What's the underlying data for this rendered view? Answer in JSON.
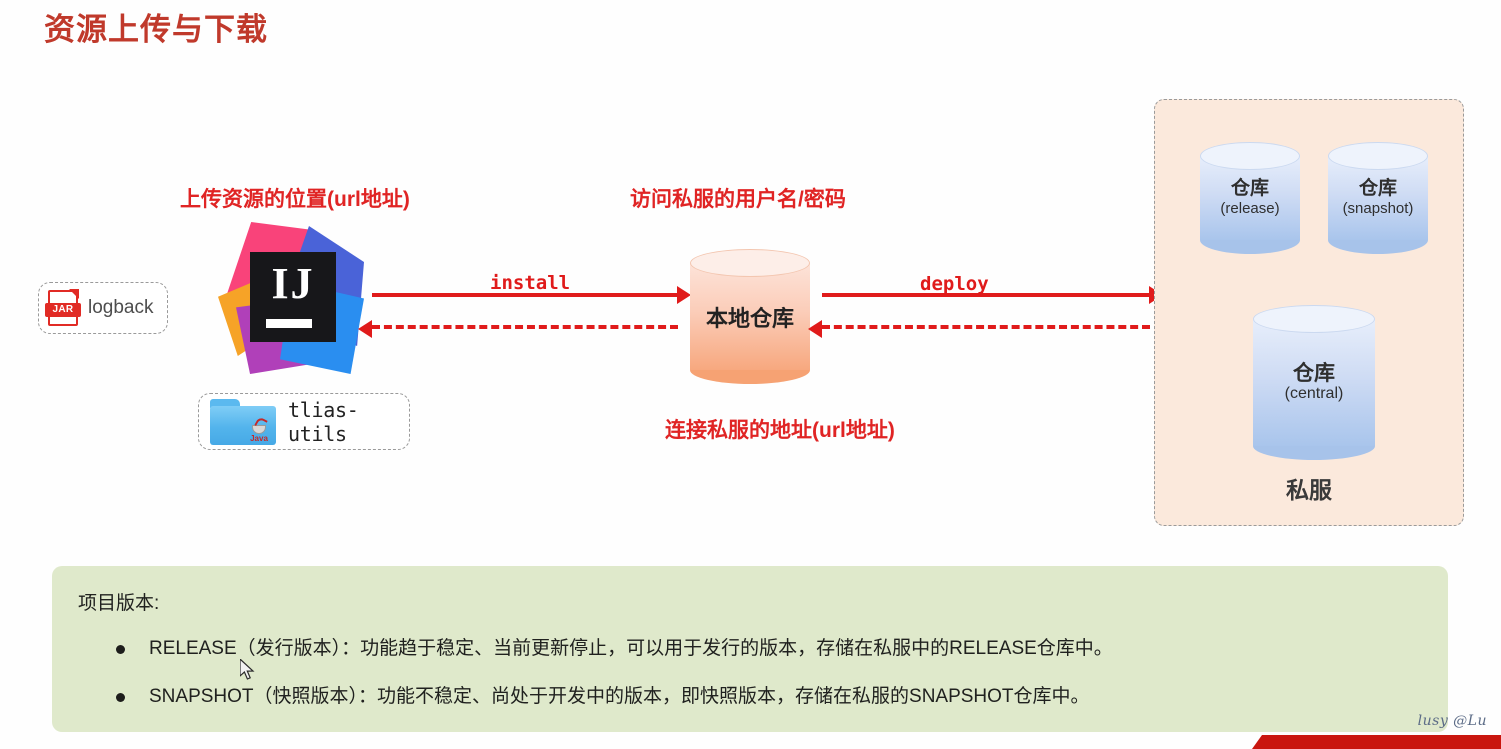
{
  "page": {
    "title": "资源上传与下载",
    "title_color": "#c0392b",
    "background": "#ffffff"
  },
  "annotations": [
    {
      "id": "upload-location",
      "text": "上传资源的位置(url地址)",
      "color": "#e02424"
    },
    {
      "id": "private-credentials",
      "text": "访问私服的用户名/密码",
      "color": "#e02424"
    },
    {
      "id": "private-connect-url",
      "text": "连接私服的地址(url地址)",
      "color": "#e02424"
    }
  ],
  "artifacts": {
    "jar": {
      "badge": "JAR",
      "label": "logback",
      "icon": "jar-file-icon"
    },
    "folder": {
      "label": "tlias-utils",
      "icon": "java-folder-icon",
      "badge": "Java"
    }
  },
  "ide": {
    "name": "IntelliJ IDEA",
    "glyph": "IJ",
    "icon": "intellij-idea-logo"
  },
  "local_repository": {
    "label": "本地仓库",
    "icon": "database-cylinder-icon",
    "color": "#f7a87f"
  },
  "arrows": {
    "install": {
      "caption": "install",
      "direction": "right",
      "color": "#e01b1b"
    },
    "install_back": {
      "caption": "",
      "direction": "left",
      "style": "dashed",
      "color": "#e01b1b"
    },
    "deploy": {
      "caption": "deploy",
      "direction": "right",
      "color": "#e01b1b"
    },
    "deploy_back": {
      "caption": "",
      "direction": "left",
      "style": "dashed",
      "color": "#e01b1b"
    }
  },
  "private_server": {
    "label": "私服",
    "panel_color": "#fbe9dc",
    "repositories": [
      {
        "name": "仓库",
        "kind": "(release)"
      },
      {
        "name": "仓库",
        "kind": "(snapshot)"
      },
      {
        "name": "仓库",
        "kind": "(central)"
      }
    ]
  },
  "note": {
    "background": "#dfe9cb",
    "title": "项目版本:",
    "items": [
      "RELEASE（发行版本）：功能趋于稳定、当前更新停止，可以用于发行的版本，存储在私服中的RELEASE仓库中。",
      "SNAPSHOT（快照版本）：功能不稳定、尚处于开发中的版本，即快照版本，存储在私服的SNAPSHOT仓库中。"
    ]
  },
  "watermark": {
    "text": "lusy @Lu"
  },
  "bottom_bar": {
    "color": "#c9160f"
  }
}
